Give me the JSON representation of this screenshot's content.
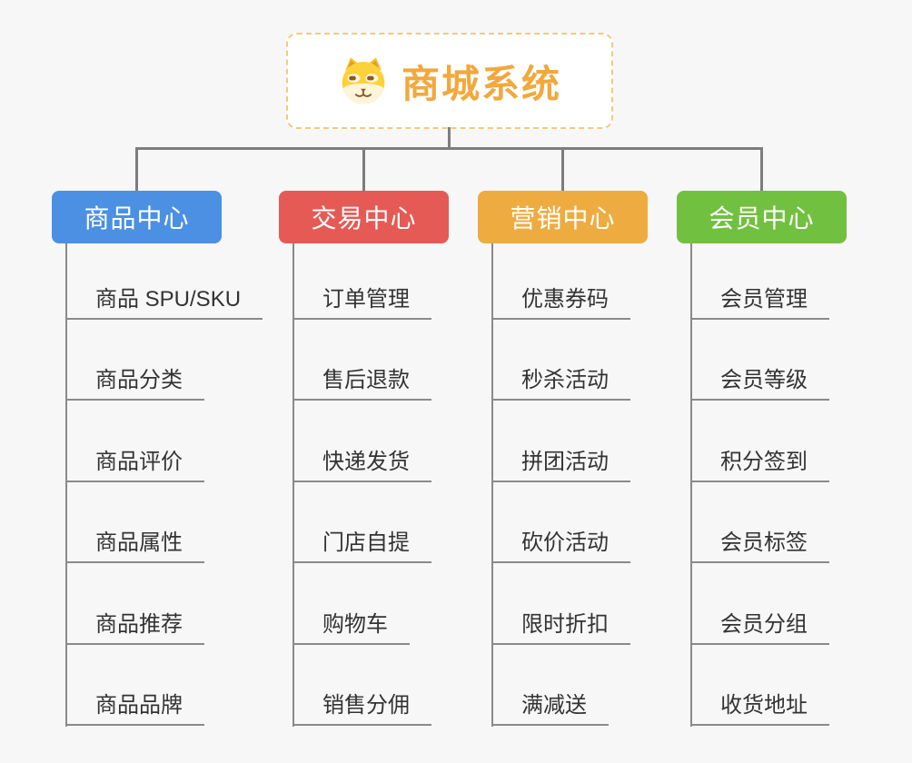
{
  "page": {
    "background_color": "#f7f7f7"
  },
  "root": {
    "title": "商城系统",
    "icon": "doge-face-icon",
    "title_color": "#f1a83c",
    "border_color": "#f3c97f"
  },
  "connector_color": "#7d7d7d",
  "leaf_line_color": "#8a8a8a",
  "branches": [
    {
      "label": "商品中心",
      "color": "#4b90e2",
      "items": [
        "商品 SPU/SKU",
        "商品分类",
        "商品评价",
        "商品属性",
        "商品推荐",
        "商品品牌"
      ]
    },
    {
      "label": "交易中心",
      "color": "#e55a55",
      "items": [
        "订单管理",
        "售后退款",
        "快递发货",
        "门店自提",
        "购物车",
        "销售分佣"
      ]
    },
    {
      "label": "营销中心",
      "color": "#eeac40",
      "items": [
        "优惠券码",
        "秒杀活动",
        "拼团活动",
        "砍价活动",
        "限时折扣",
        "满减送"
      ]
    },
    {
      "label": "会员中心",
      "color": "#72c040",
      "items": [
        "会员管理",
        "会员等级",
        "积分签到",
        "会员标签",
        "会员分组",
        "收货地址"
      ]
    }
  ]
}
